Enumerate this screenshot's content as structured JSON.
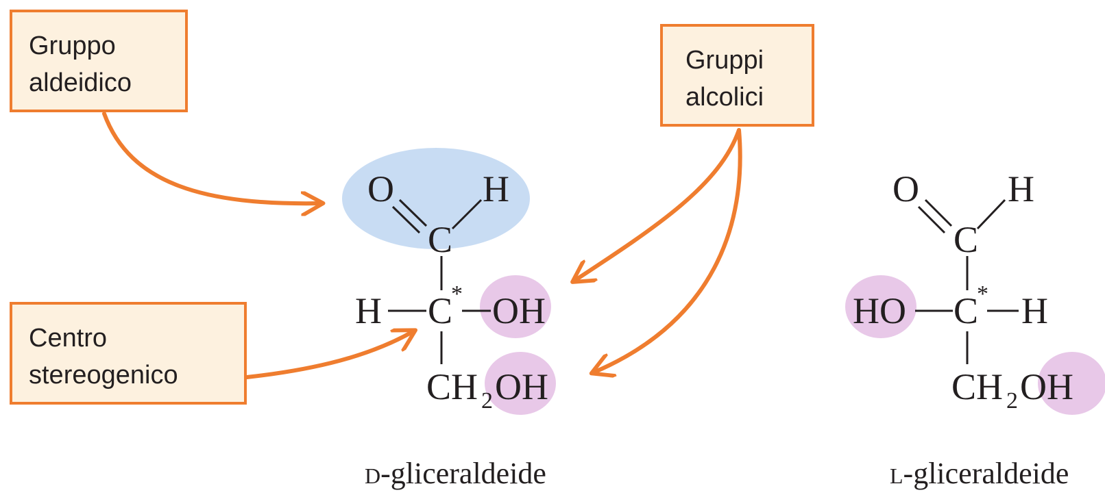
{
  "colors": {
    "accent_orange": "#ef7d2f",
    "box_fill": "#fdf1df",
    "aldehyde_highlight": "#c8dcf3",
    "alcohol_highlight": "#e8c8e8",
    "bond": "#231f20"
  },
  "labels": {
    "aldehyde_group": [
      "Gruppo",
      "aldeidico"
    ],
    "alcohol_groups": [
      "Gruppi",
      "alcolici"
    ],
    "stereocenter": [
      "Centro",
      "stereogenico"
    ]
  },
  "d_glyceraldehyde": {
    "atom_O": "O",
    "atom_H_top": "H",
    "atom_C_carbonyl": "C",
    "atom_H_left": "H",
    "atom_C_chiral": "C",
    "chiral_mark": "*",
    "group_OH": "OH",
    "group_CH": "CH",
    "subscript_2": "2",
    "group_OH_bottom": "OH",
    "caption_prefix": "D",
    "caption_rest": "-gliceraldeide"
  },
  "l_glyceraldehyde": {
    "atom_O": "O",
    "atom_H_top": "H",
    "atom_C_carbonyl": "C",
    "group_HO": "HO",
    "atom_C_chiral": "C",
    "chiral_mark": "*",
    "atom_H_right": "H",
    "group_CH": "CH",
    "subscript_2": "2",
    "group_OH_bottom": "OH",
    "caption_prefix": "L",
    "caption_rest": "-gliceraldeide"
  }
}
